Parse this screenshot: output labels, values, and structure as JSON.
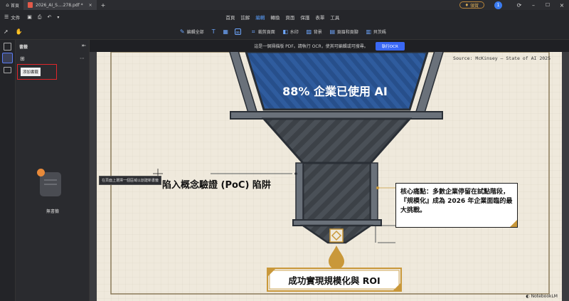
{
  "titlebar": {
    "home_tab": "首頁",
    "doc_tab": "2026_AI_S....278.pdf *",
    "close_label": "×",
    "new_tab_label": "+",
    "gift_label": "領賞",
    "avatar_label": "1"
  },
  "menubar": {
    "file_label": "文件",
    "items": [
      "首頁",
      "註解",
      "編輯",
      "轉換",
      "頁面",
      "保護",
      "表單",
      "工具"
    ],
    "active": "編輯"
  },
  "toolbar": {
    "edit_all": "編輯全部",
    "crop_page": "裁剪頁面",
    "watermark": "水印",
    "background": "背景",
    "header_footer": "頁眉和頁腳",
    "bates": "貝茨碼"
  },
  "sidebar": {
    "title": "書籤",
    "add_tooltip": "添加書籤",
    "empty_label": "無書籤"
  },
  "ocr_banner": {
    "message": "這是一個掃描版 PDF。請執行 OCR，使其可編輯或可搜尋。",
    "button": "執行OCR"
  },
  "page": {
    "source": "Source: McKinsey – State of AI 2025",
    "funnel_top_text": "88% 企業已使用 AI",
    "poc_text": "陷入概念驗證 (PoC) 陷阱",
    "hover_tooltip": "在頁面上選擇一個區域以創建新書籤",
    "callout_text": "核心痛點：多數企業停留在試點階段，『規模化』成為 2026 年企業面臨的最大挑戰。",
    "bottom_banner": "成功實現規模化與 ROI",
    "watermark": "NotebookLM"
  },
  "colors": {
    "accent": "#3a68f5",
    "funnel_blue": "#2f5c9e",
    "funnel_gray": "#5a6069",
    "gold": "#c9983a",
    "highlight_red": "#e0262b"
  }
}
